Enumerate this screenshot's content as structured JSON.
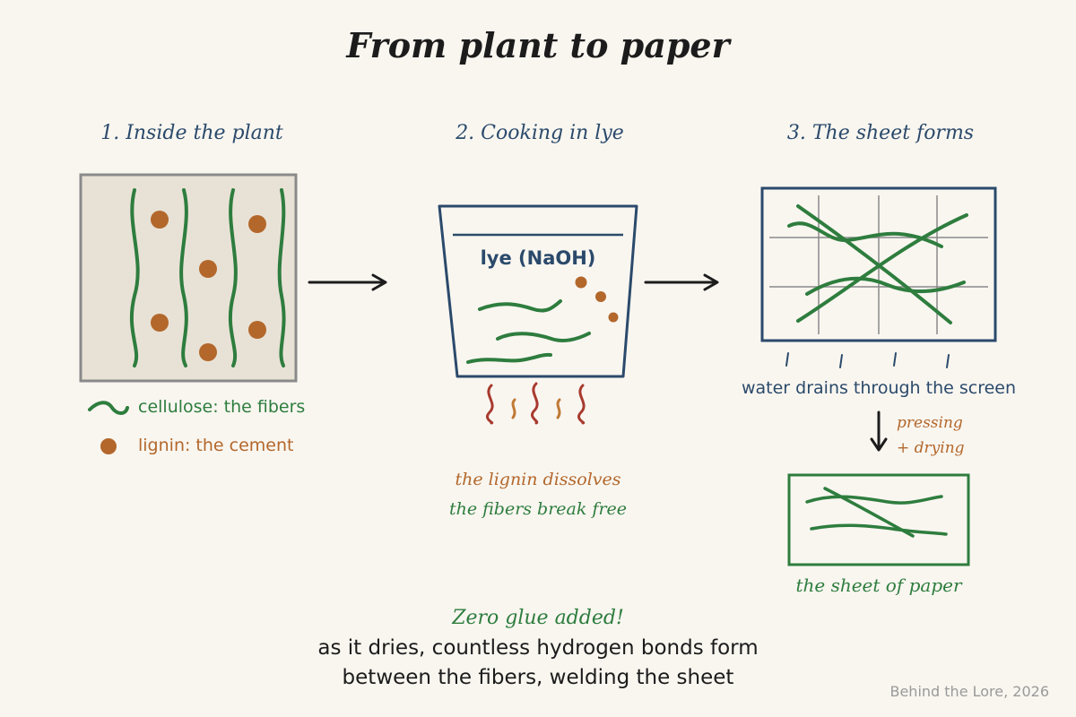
{
  "title": "From plant to paper",
  "steps": [
    {
      "title": "1. Inside the plant"
    },
    {
      "title": "2. Cooking in lye"
    },
    {
      "title": "3. The sheet forms"
    }
  ],
  "legend": {
    "cellulose": "cellulose: the fibers",
    "lignin": "lignin: the cement"
  },
  "pot": {
    "label": "lye (NaOH)"
  },
  "cooking_result": {
    "line1": "the lignin dissolves",
    "line2": "the fibers break free"
  },
  "screen": {
    "caption": "water drains through the screen"
  },
  "pressing": {
    "line1": "pressing",
    "line2": "+ drying"
  },
  "sheet": {
    "caption": "the sheet of paper"
  },
  "conclusion": {
    "highlight": "Zero glue added!",
    "line1": "as it dries, countless hydrogen bonds form",
    "line2": "between the fibers, welding the sheet"
  },
  "credit": "Behind the Lore, 2026",
  "colors": {
    "background": "#f9f6f0",
    "fiber_green": "#2e7d3e",
    "lignin_orange": "#b3672b",
    "navy": "#2b4a6b",
    "heat_red": "#a83a2e",
    "plant_box_fill": "#e8e2d6",
    "plant_box_border": "#8a8a8a"
  },
  "icons": [
    "arrow-right-icon",
    "arrow-down-icon",
    "heat-wave-icon",
    "fiber-icon",
    "lignin-dot-icon"
  ]
}
